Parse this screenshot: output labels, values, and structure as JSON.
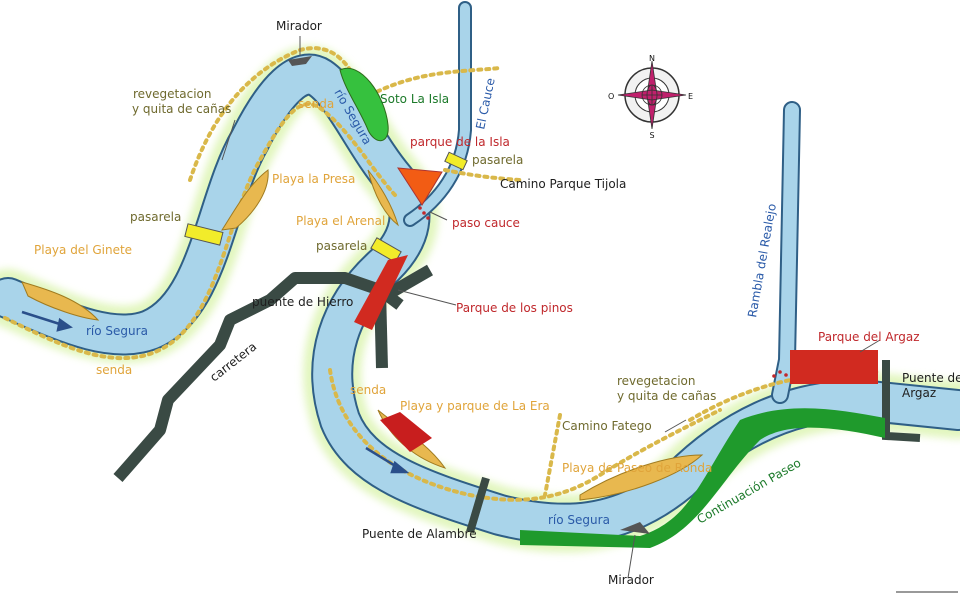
{
  "colors": {
    "river": "#a9d4ea",
    "river_edge": "#2f5f86",
    "glow": "#dff5b8",
    "trail": "#d9b84a",
    "beach": "#e8b84f",
    "road": "#3a4a44",
    "green_zone": "#1f9a2c",
    "red_zone": "#d12a20",
    "orange_zone": "#f25c14",
    "bridge": "#f2ec2a",
    "label_gold": "#e0a43a",
    "label_red": "#c0282c",
    "label_green": "#1c7a2a",
    "label_blue": "#2a5aa8",
    "label_dark": "#1e1e1e"
  },
  "compass": {
    "n": "N",
    "s": "S",
    "e": "E",
    "w": "O"
  },
  "labels": {
    "mirador_top": "Mirador",
    "soto_la_isla": "Soto La Isla",
    "el_cauce": "El Cauce",
    "rio_segura_top": "río Segura",
    "revegetacion_top_1": "revegetacion",
    "revegetacion_top_2": "y quita de cañas",
    "senda_top": "senda",
    "parque_de_la_isla": "parque de la Isla",
    "pasarela_right": "pasarela",
    "camino_parque_tijola": "Camino Parque Tijola",
    "playa_la_presa": "Playa la Presa",
    "paso_cauce": "paso cauce",
    "pasarela_left": "pasarela",
    "playa_el_arenal": "Playa el Arenal",
    "pasarela_mid": "pasarela",
    "playa_del_ginete": "Playa del Ginete",
    "puente_de_hierro": "puente de Hierro",
    "parque_de_los_pinos": "Parque de los pinos",
    "rio_segura_left": "río Segura",
    "carretera": "carretera",
    "senda_left": "senda",
    "rambla_del_realejo": "Rambla del Realejo",
    "parque_del_argaz": "Parque del Argaz",
    "puente_de_argaz_1": "Puente de",
    "puente_de_argaz_2": "Argaz",
    "revegetacion_right_1": "revegetacion",
    "revegetacion_right_2": "y quita de cañas",
    "senda_mid": "senda",
    "playa_parque_la_era": "Playa y parque de La Era",
    "camino_fatego": "Camino Fatego",
    "playa_paseo_ronda": "Playa de Paseo de Ronda",
    "continuacion_paseo": "Continuación Paseo",
    "puente_de_alambre": "Puente de Alambre",
    "rio_segura_bottom": "río Segura",
    "mirador_bottom": "Mirador"
  }
}
